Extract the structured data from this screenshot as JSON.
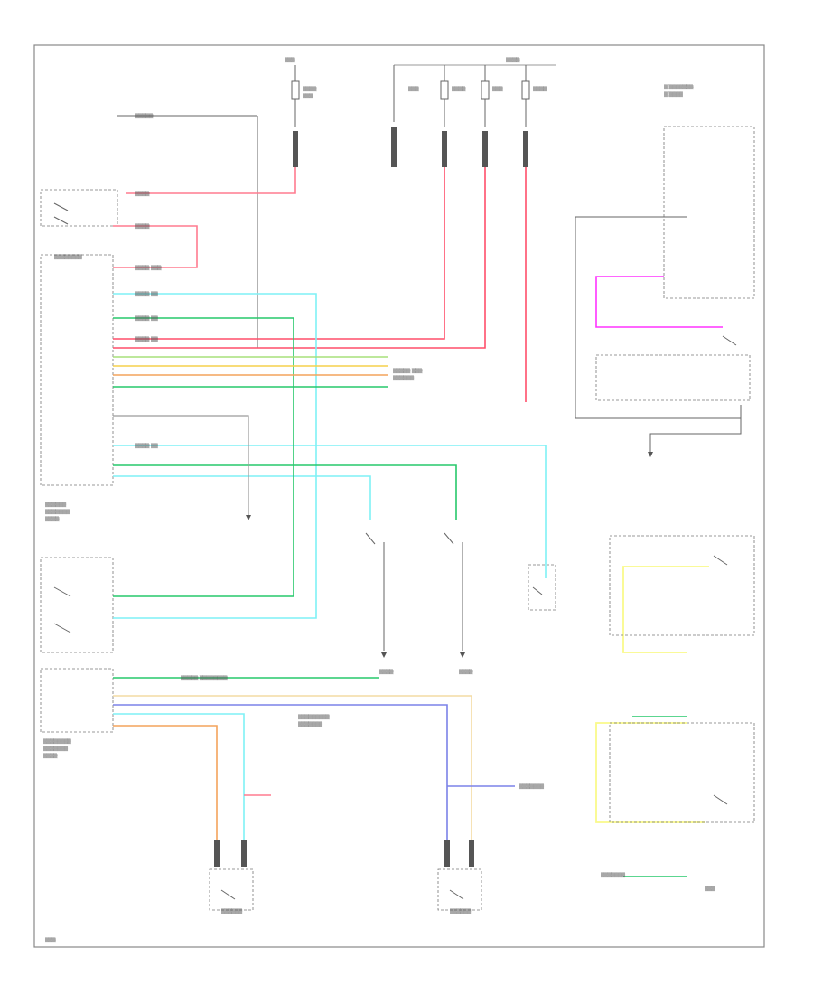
{
  "page_number": "",
  "colors": {
    "pink": "#ff7b8f",
    "red": "#ff4f6a",
    "light_blue": "#7ff1f5",
    "green": "#27c86b",
    "yellow": "#f6d14b",
    "orange": "#f4a35c",
    "blue": "#7b82e8",
    "magenta": "#ff33ff",
    "pale_yellow": "#fafa8a",
    "tan": "#f4dba3",
    "gray": "#9a9a9a",
    "black": "#555555"
  },
  "wires": [
    {
      "id": "pink-fuse-to-switch",
      "color": "pink"
    },
    {
      "id": "pink-switch-to-bcm",
      "color": "pink"
    },
    {
      "id": "red-fuse-2",
      "color": "red"
    },
    {
      "id": "red-fuse-3",
      "color": "red"
    },
    {
      "id": "red-fuse-4",
      "color": "red"
    },
    {
      "id": "light-blue-to-mirror",
      "color": "light_blue"
    },
    {
      "id": "light-blue-to-ajar",
      "color": "light_blue"
    },
    {
      "id": "light-blue-to-left-door",
      "color": "light_blue"
    },
    {
      "id": "green-to-mirror",
      "color": "green"
    },
    {
      "id": "green-to-right-door",
      "color": "green"
    },
    {
      "id": "green-bus",
      "color": "green"
    },
    {
      "id": "yellow-bus",
      "color": "yellow"
    },
    {
      "id": "orange-bus",
      "color": "orange"
    },
    {
      "id": "orange-to-pass-switch",
      "color": "orange"
    },
    {
      "id": "blue-to-driver-switch",
      "color": "blue"
    },
    {
      "id": "tan-to-driver-switch",
      "color": "tan"
    },
    {
      "id": "magenta-sensor",
      "color": "magenta"
    },
    {
      "id": "pale-yellow-lockout",
      "color": "pale_yellow"
    },
    {
      "id": "gray-bus",
      "color": "gray"
    }
  ]
}
